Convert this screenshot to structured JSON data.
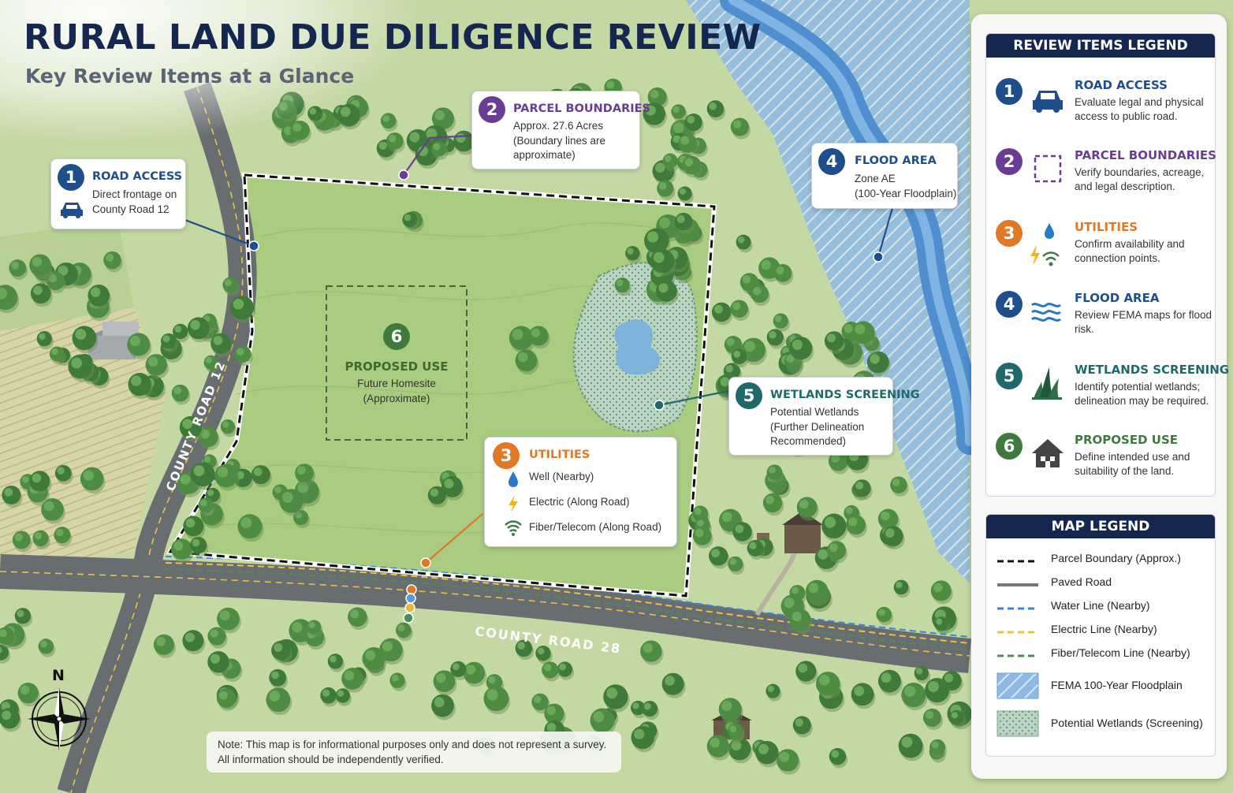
{
  "header": {
    "title": "RURAL LAND DUE DILIGENCE REVIEW",
    "subtitle": "Key Review Items at a Glance"
  },
  "colors": {
    "navy": "#15264f",
    "item_1": "#1e4e8c",
    "item_2": "#6a3d94",
    "item_3": "#e07828",
    "item_4": "#1e4e8c",
    "item_5": "#1e6a6a",
    "item_6": "#3e7a3e",
    "field": "#a9cc80",
    "water": "#5f9ed8"
  },
  "map": {
    "road_labels": [
      "COUNTY ROAD 12",
      "COUNTY ROAD 28"
    ],
    "north_label": "N",
    "callouts": [
      {
        "num": "1",
        "title": "ROAD ACCESS",
        "text": "Direct frontage on\nCounty Road 12",
        "icon": "car-icon"
      },
      {
        "num": "2",
        "title": "PARCEL BOUNDARIES",
        "text": "Approx. 27.6 Acres\n(Boundary lines are\napproximate)"
      },
      {
        "num": "3",
        "title": "UTILITIES",
        "items": [
          {
            "icon": "water-drop-icon",
            "label": "Well (Nearby)"
          },
          {
            "icon": "lightning-icon",
            "label": "Electric (Along Road)"
          },
          {
            "icon": "wifi-icon",
            "label": "Fiber/Telecom (Along Road)"
          }
        ]
      },
      {
        "num": "4",
        "title": "FLOOD AREA",
        "text": "Zone AE\n(100-Year Floodplain)"
      },
      {
        "num": "5",
        "title": "WETLANDS SCREENING",
        "text": "Potential Wetlands\n(Further Delineation\nRecommended)"
      },
      {
        "num": "6",
        "title": "PROPOSED USE",
        "text": "Future Homesite\n(Approximate)"
      }
    ],
    "note": "Note: This map is for informational purposes only and does not represent a survey.\nAll information should be independently verified."
  },
  "review_legend": {
    "title": "REVIEW ITEMS LEGEND",
    "items": [
      {
        "num": "1",
        "title": "ROAD ACCESS",
        "desc": "Evaluate legal and physical access to public road.",
        "icon": "car-icon"
      },
      {
        "num": "2",
        "title": "PARCEL BOUNDARIES",
        "desc": "Verify boundaries, acreage, and legal description.",
        "icon": "dashed-square-icon"
      },
      {
        "num": "3",
        "title": "UTILITIES",
        "desc": "Confirm availability and connection points.",
        "icon": "utilities-icon"
      },
      {
        "num": "4",
        "title": "FLOOD AREA",
        "desc": "Review FEMA maps for flood risk.",
        "icon": "waves-icon"
      },
      {
        "num": "5",
        "title": "WETLANDS SCREENING",
        "desc": "Identify potential wetlands; delineation may be required.",
        "icon": "grass-icon"
      },
      {
        "num": "6",
        "title": "PROPOSED USE",
        "desc": "Define intended use and suitability of the land.",
        "icon": "house-icon"
      }
    ]
  },
  "map_legend": {
    "title": "MAP LEGEND",
    "items": [
      {
        "label": "Parcel Boundary (Approx.)",
        "symbol": "black-dashed-line"
      },
      {
        "label": "Paved Road",
        "symbol": "gray-solid-line"
      },
      {
        "label": "Water Line (Nearby)",
        "symbol": "blue-dashed-line"
      },
      {
        "label": "Electric Line (Nearby)",
        "symbol": "yellow-dashed-line"
      },
      {
        "label": "Fiber/Telecom Line (Nearby)",
        "symbol": "green-dashed-line"
      },
      {
        "label": "FEMA 100-Year Floodplain",
        "symbol": "blue-hatched-swatch"
      },
      {
        "label": "Potential Wetlands (Screening)",
        "symbol": "green-dotted-swatch"
      }
    ]
  }
}
